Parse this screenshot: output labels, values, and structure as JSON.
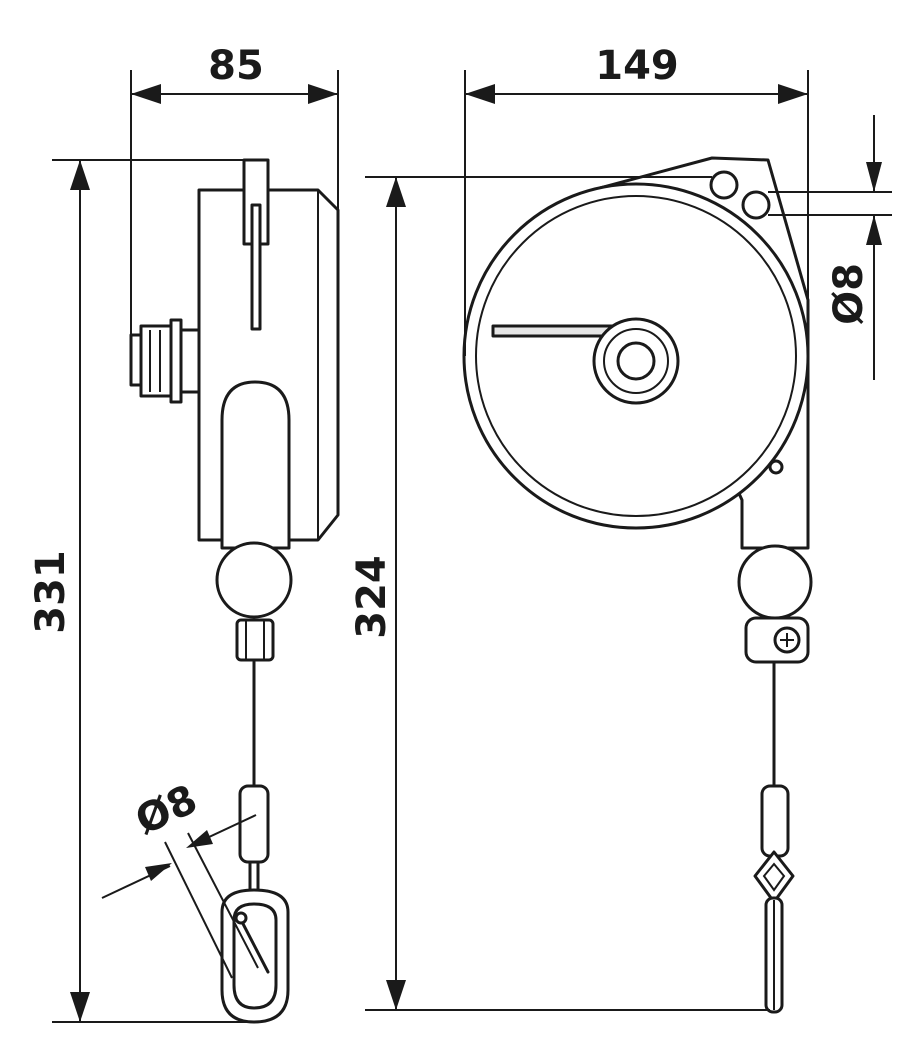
{
  "dimensions": {
    "side_width": "85",
    "front_width": "149",
    "side_height": "331",
    "front_height": "324",
    "hole_diameter": "Ø8",
    "hook_diameter": "Ø8"
  }
}
